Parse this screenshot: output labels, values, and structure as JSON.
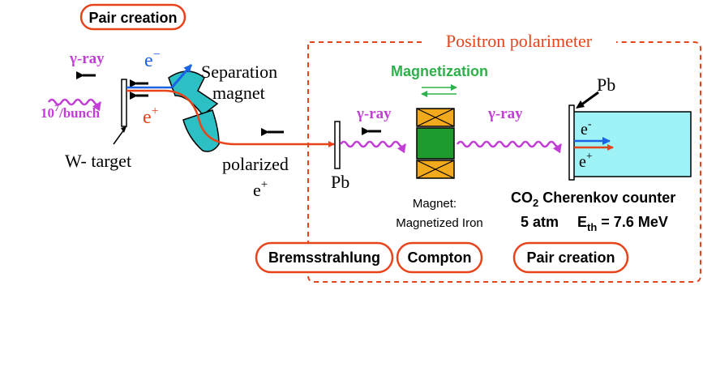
{
  "colors": {
    "red": "#e8441c",
    "magenta": "#c23ed6",
    "blue": "#1a63e6",
    "green": "#2fb04a",
    "cyan": "#9ff2f5",
    "orange": "#f2a91c",
    "dark_green": "#1f9a2e"
  },
  "labels": {
    "pair_creation_top": "Pair creation",
    "gamma_ray_left": "γ-ray",
    "bunch_base": "10",
    "bunch_exp": "7",
    "bunch_unit": "/bunch",
    "e_minus_left": "e",
    "e_minus_left_sup": "−",
    "e_plus_left": "e",
    "e_plus_left_sup": "+",
    "separation_line1": "Separation",
    "separation_line2": "magnet",
    "w_target": "W- target",
    "polarized": "polarized",
    "polarized_e": "e",
    "polarized_e_sup": "+",
    "positron_polarimeter": "Positron polarimeter",
    "magnetization": "Magnetization",
    "gamma_ray_mid": "γ-ray",
    "gamma_ray_right": "γ-ray",
    "pb_left": "Pb",
    "pb_right": "Pb",
    "magnet_line1": "Magnet:",
    "magnet_line2": "Magnetized Iron",
    "counter_co": "CO",
    "counter_sub": "2",
    "counter_rest": " Cherenkov counter",
    "atm": "5 atm",
    "eth_e": "E",
    "eth_sub": "th",
    "eth_value": " = 7.6 MeV",
    "e_minus_right": "e",
    "e_minus_right_sup": "-",
    "e_plus_right": "e",
    "e_plus_right_sup": "+",
    "bremsstrahlung": "Bremsstrahlung",
    "compton": "Compton",
    "pair_creation_bottom": "Pair creation"
  }
}
